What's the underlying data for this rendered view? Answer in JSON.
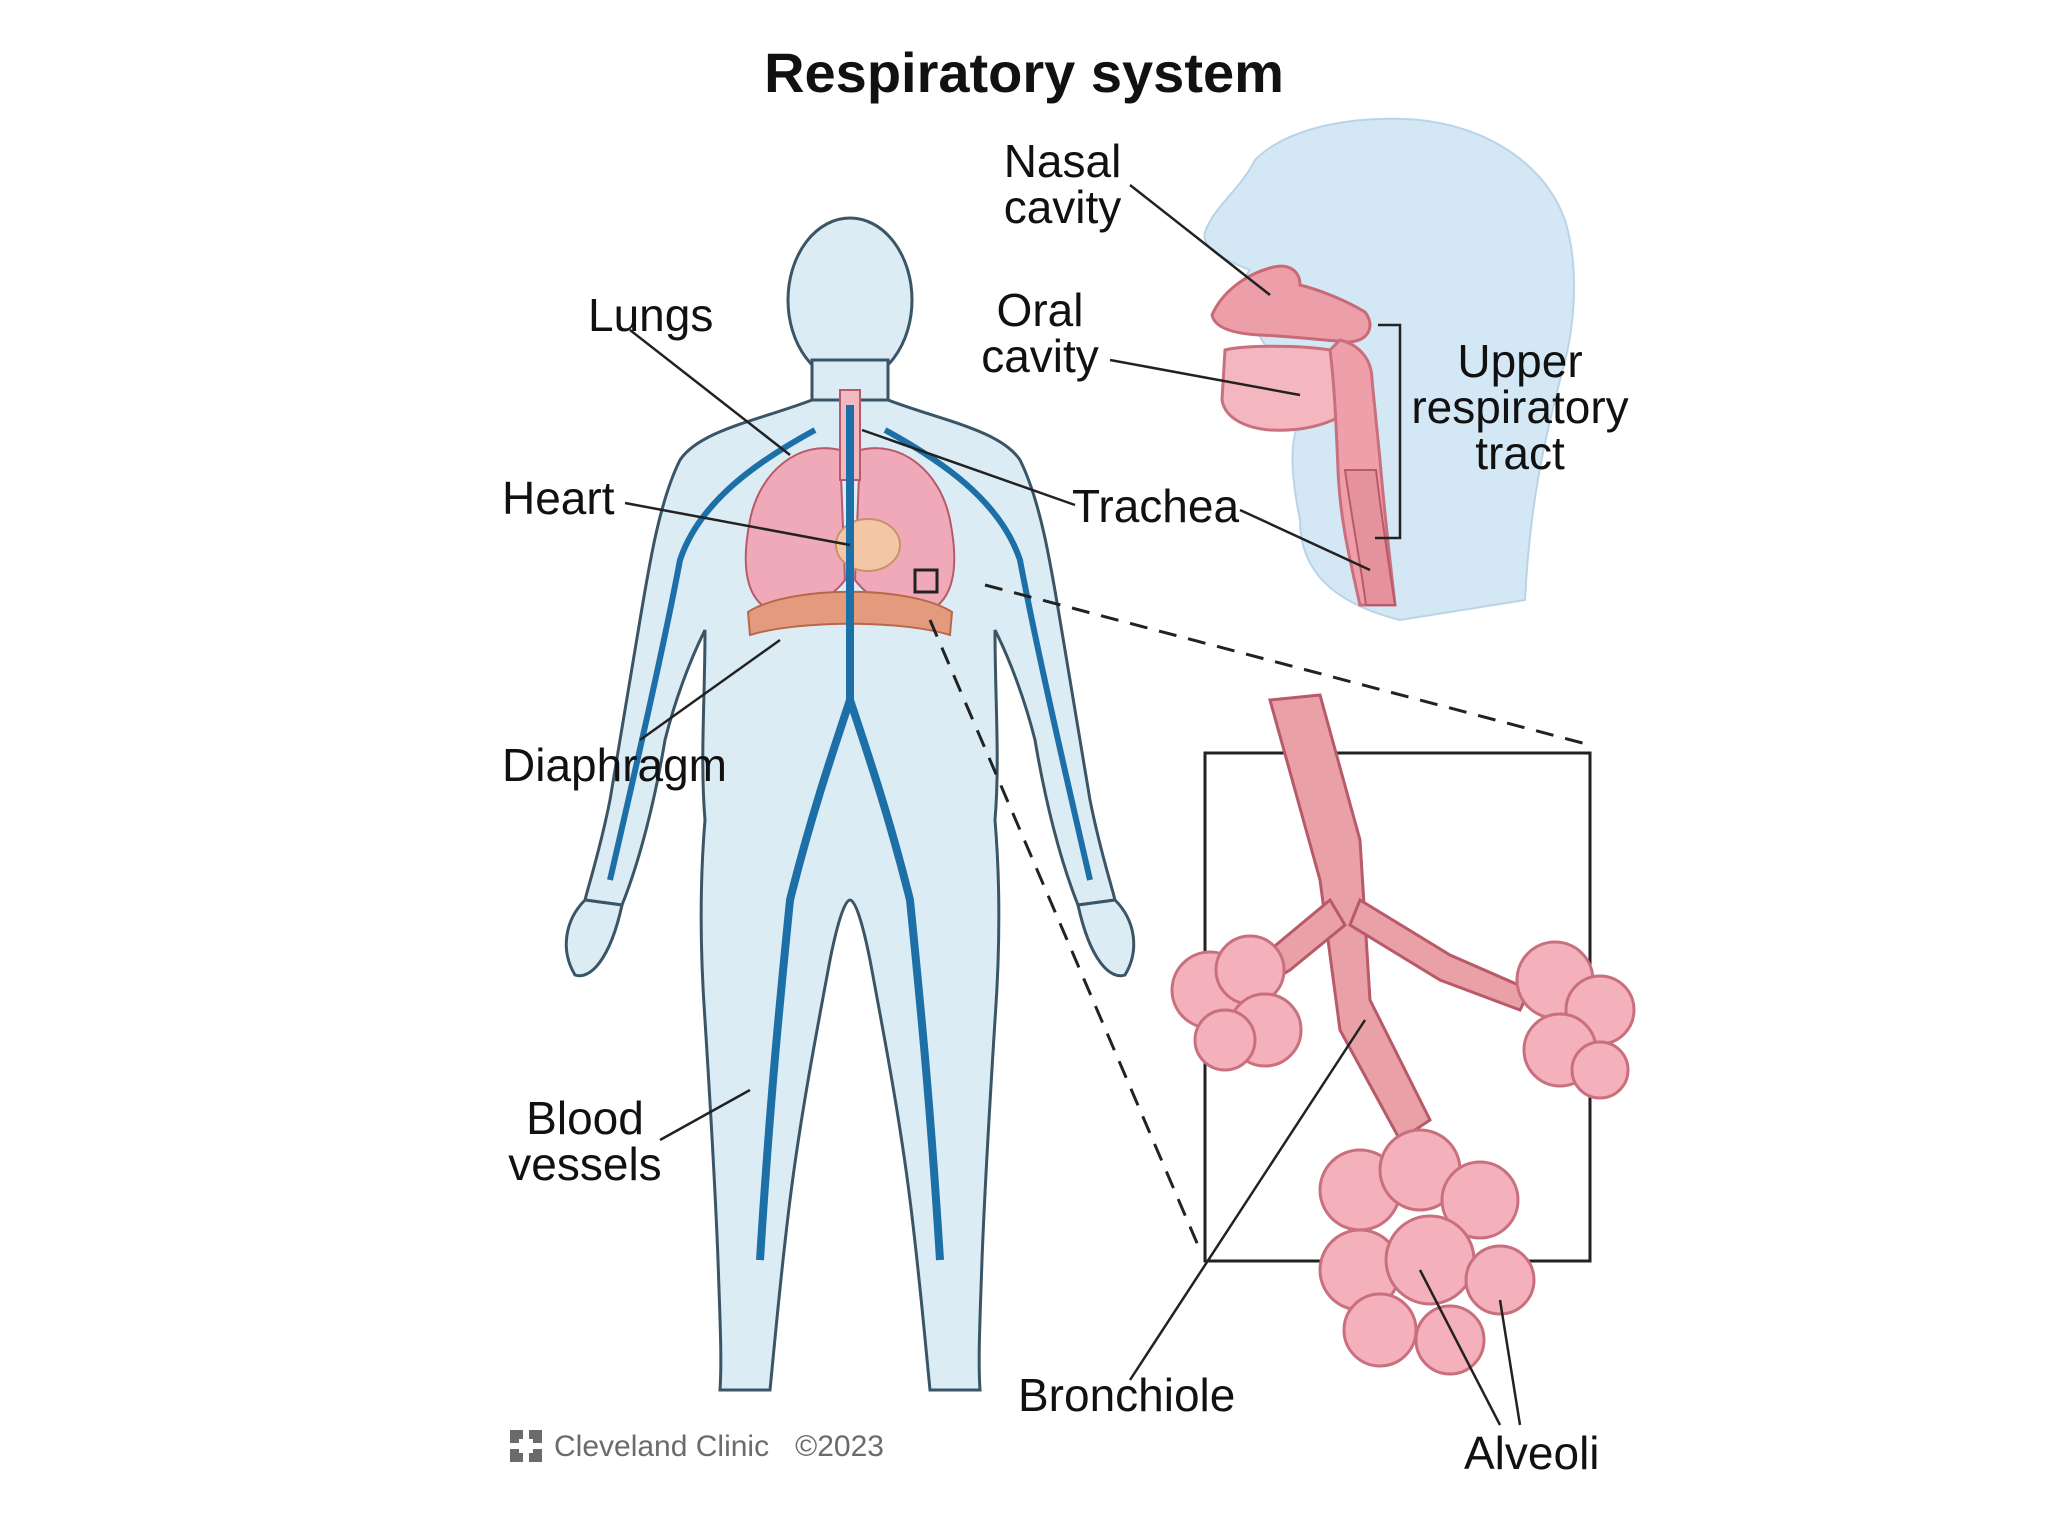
{
  "title": "Respiratory system",
  "labels": {
    "nasal_cavity": [
      "Nasal",
      "cavity"
    ],
    "oral_cavity": [
      "Oral",
      "cavity"
    ],
    "upper_tract": [
      "Upper",
      "respiratory",
      "tract"
    ],
    "lungs": "Lungs",
    "heart": "Heart",
    "trachea": "Trachea",
    "diaphragm": "Diaphragm",
    "blood_vessels": [
      "Blood",
      "vessels"
    ],
    "bronchiole": "Bronchiole",
    "alveoli": "Alveoli"
  },
  "credit": {
    "brand": "Cleveland Clinic",
    "year": "©2023"
  },
  "colors": {
    "body_fill": "#dcecf5",
    "body_outline": "#3a5566",
    "vessel": "#1d6fa8",
    "lung": "#f0a9b8",
    "tissue": "#e9a0a6",
    "tissue_dark": "#b85a6a",
    "head_fill": "#cfe4f3"
  }
}
